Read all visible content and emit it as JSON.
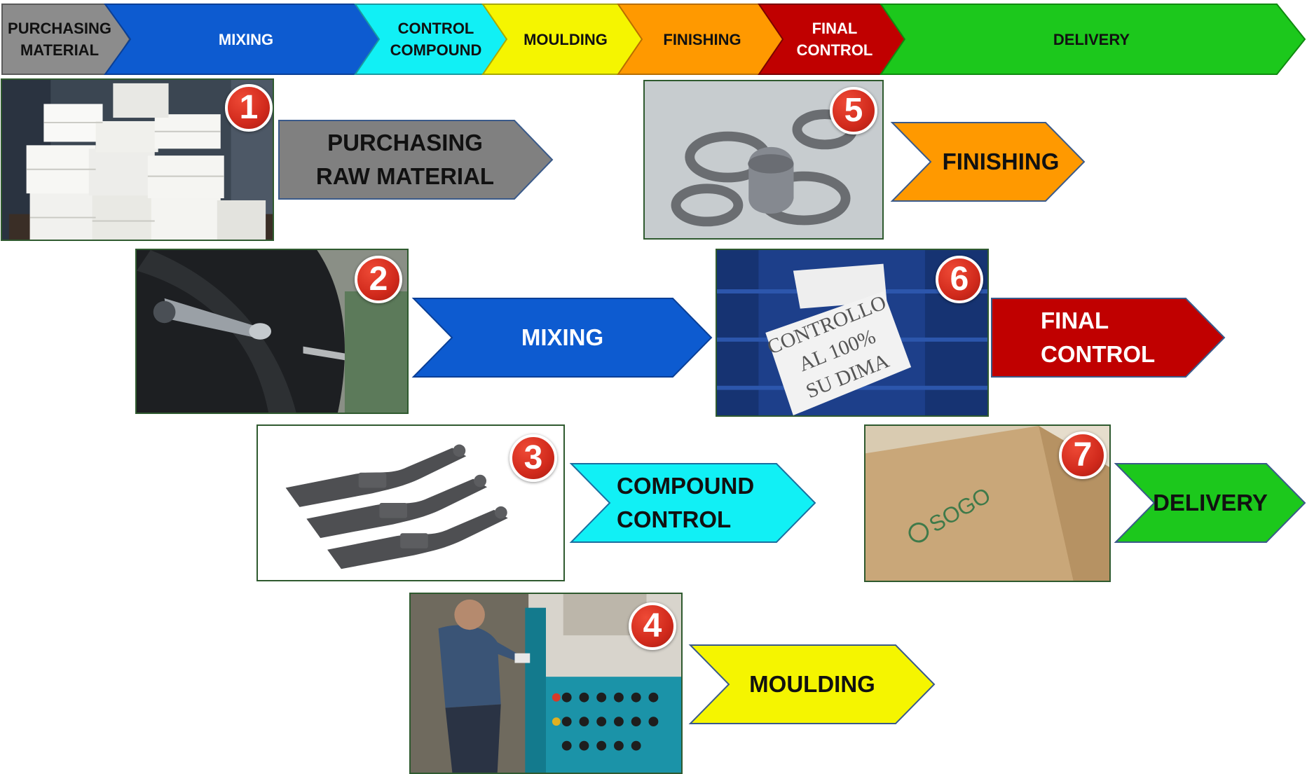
{
  "process_bar": [
    {
      "label": "PURCHASING\nMATERIAL",
      "color": "#8c8c8c",
      "text": "light"
    },
    {
      "label": "MIXING",
      "color": "#0d5bd0",
      "text": "dark"
    },
    {
      "label": "CONTROL\nCOMPOUND",
      "color": "#11f0f5",
      "text": "light"
    },
    {
      "label": "MOULDING",
      "color": "#f5f500",
      "text": "light"
    },
    {
      "label": "FINISHING",
      "color": "#ff9900",
      "text": "light"
    },
    {
      "label": "FINAL\nCONTROL",
      "color": "#c00000",
      "text": "dark"
    },
    {
      "label": "DELIVERY",
      "color": "#1cc81c",
      "text": "light"
    }
  ],
  "steps": [
    {
      "number": "1",
      "photo": "raw-material-bales-photo",
      "label": "PURCHASING\nRAW MATERIAL",
      "color": "#808080",
      "text_color": "#111111"
    },
    {
      "number": "2",
      "photo": "rubber-mixing-mill-photo",
      "label": "MIXING",
      "color": "#0d5bd0",
      "text_color": "#ffffff"
    },
    {
      "number": "3",
      "photo": "test-specimens-photo",
      "label": "COMPOUND\nCONTROL",
      "color": "#11f0f5",
      "text_color": "#111111"
    },
    {
      "number": "4",
      "photo": "moulding-press-operator-photo",
      "label": "MOULDING",
      "color": "#f5f500",
      "text_color": "#111111"
    },
    {
      "number": "5",
      "photo": "deflashed-rubber-parts-photo",
      "label": "FINISHING",
      "color": "#ff9900",
      "text_color": "#111111"
    },
    {
      "number": "6",
      "photo": "final-inspection-sign-photo",
      "label": "FINAL\nCONTROL",
      "color": "#c00000",
      "text_color": "#ffffff"
    },
    {
      "number": "7",
      "photo": "sogo-shipping-box-photo",
      "label": "DELIVERY",
      "color": "#1cc81c",
      "text_color": "#111111"
    }
  ],
  "photo_text": {
    "sign_line_1": "CONTROLLO",
    "sign_line_2": "AL 100%",
    "sign_line_3": "SU DIMA",
    "box_logo": "SOGO"
  }
}
